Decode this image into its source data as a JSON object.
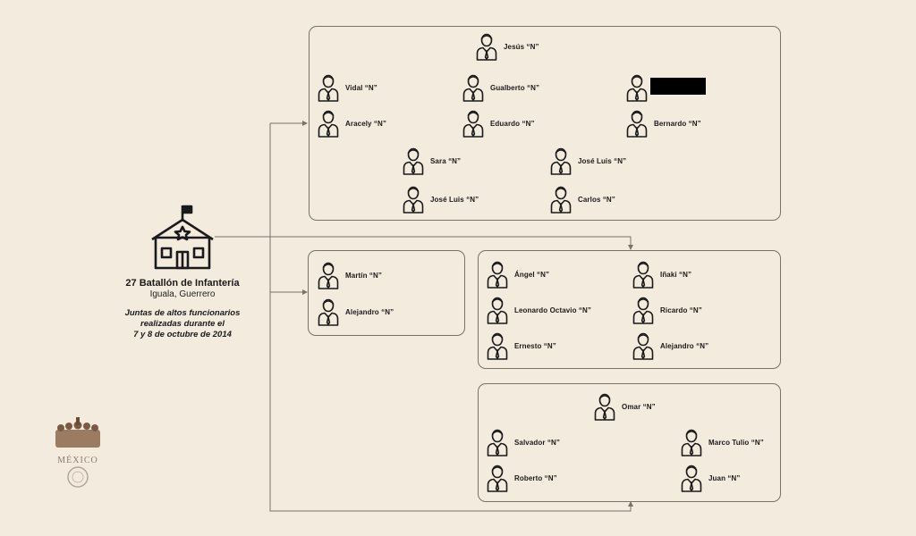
{
  "headquarters": {
    "title": "27 Batallón de Infantería",
    "location": "Iguala, Guerrero",
    "note_lines": [
      "Juntas de altos funcionarios",
      "realizadas durante el",
      "7 y 8 de octubre de 2014"
    ],
    "icon": "school-building-flag-icon"
  },
  "groups": [
    {
      "members": [
        "Jesús “N”",
        "Vidal “N”",
        "Gualberto “N”",
        "",
        "Aracely “N”",
        "Eduardo “N”",
        "Bernardo “N”",
        "Sara “N”",
        "José Luis “N”",
        "José Luis “N”",
        "Carlos “N”"
      ]
    },
    {
      "members": [
        "Martín “N”",
        "Alejandro “N”"
      ]
    },
    {
      "members": [
        "Ángel “N”",
        "Iñaki “N”",
        "Leonardo Octavio “N”",
        "Ricardo “N”",
        "Ernesto “N”",
        "Alejandro “N”"
      ]
    },
    {
      "members": [
        "Omar “N”",
        "Salvador “N”",
        "Marco Tulio “N”",
        "Roberto “N”",
        "Juan “N”"
      ]
    }
  ],
  "person_icon": "person-with-tie-icon",
  "logo": {
    "text": "MÉXICO",
    "icon": "gobierno-de-mexico-logo"
  },
  "colors": {
    "background": "#f3ebdd",
    "line": "#7a7167",
    "text": "#1a1a1a"
  }
}
